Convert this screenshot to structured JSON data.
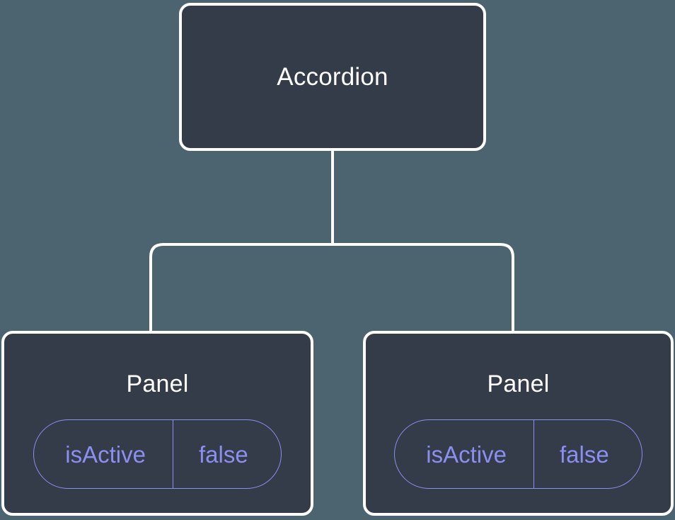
{
  "diagram": {
    "type": "component-tree",
    "background_color": "#4c6470",
    "node_fill_color": "#343b49",
    "node_border_color": "#ffffff",
    "connector_color": "#ffffff",
    "accent_color": "#8b8ff0",
    "root": {
      "label": "Accordion"
    },
    "children": [
      {
        "label": "Panel",
        "state": {
          "key": "isActive",
          "value": "false"
        }
      },
      {
        "label": "Panel",
        "state": {
          "key": "isActive",
          "value": "false"
        }
      }
    ]
  }
}
